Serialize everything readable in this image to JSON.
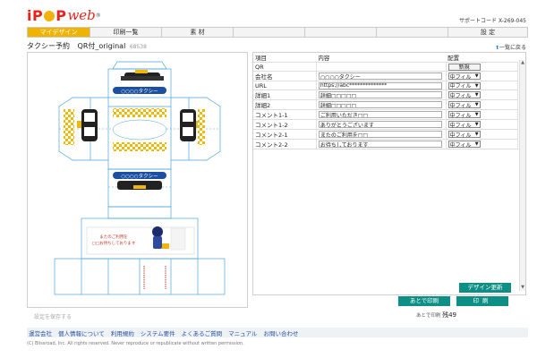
{
  "header": {
    "logo_text": "iP",
    "logo_tail": "P",
    "logo_web": "web",
    "logo_reg": "®",
    "support_code": "サポートコード X-269-045"
  },
  "nav": {
    "tabs": [
      "マイデザイン",
      "印刷一覧",
      "素 材",
      "",
      "",
      "",
      "設 定"
    ]
  },
  "page": {
    "title": "タクシー予約",
    "subtitle": "QR付_original",
    "design_number": "68538",
    "back_label": "一覧に戻る",
    "back_arrow": "⬆"
  },
  "table": {
    "headers": [
      "項目",
      "内容",
      "配置"
    ],
    "rows": [
      {
        "item": "QR",
        "content": "",
        "place": "",
        "new_label": "新規"
      },
      {
        "item": "会社名",
        "content": "○○○○タクシー",
        "place": "中フィル"
      },
      {
        "item": "URL",
        "content": "https://abc**************",
        "place": "中フィル"
      },
      {
        "item": "詳細1",
        "content": "詳細□□□□□",
        "place": "中フィル"
      },
      {
        "item": "詳細2",
        "content": "詳細□□□□□",
        "place": "中フィル"
      },
      {
        "item": "コメント1-1",
        "content": "ご利用いただき□□",
        "place": "中フィル"
      },
      {
        "item": "コメント1-2",
        "content": "ありがとうございます",
        "place": "中フィル"
      },
      {
        "item": "コメント2-1",
        "content": "またのご利用を□□",
        "place": "中フィル"
      },
      {
        "item": "コメント2-2",
        "content": "お待ちしております",
        "place": "中フィル"
      }
    ]
  },
  "actions": {
    "design_update": "デザイン更新",
    "print_later": "あとで印刷",
    "print": "印刷",
    "remain_label": "あとで印刷",
    "remain_count": "残49",
    "save_setting": "設定を保存する"
  },
  "preview": {
    "company_name_top": "○○○○タクシー",
    "company_name_bottom": "○○○○タクシー",
    "comment_line1": "またのご利用を",
    "comment_line2": "□□お待ちしております"
  },
  "footer": {
    "links": [
      "運営会社",
      "個人情報について",
      "利用規約",
      "システム要件",
      "よくあるご質問",
      "マニュアル",
      "お問い合わせ"
    ],
    "copyright": "(C) Blissroad, Inc. All rights reserved. Never reproduce or republicate without written permission."
  },
  "colors": {
    "brand_red": "#e8231d",
    "active_tab": "#f0b400",
    "action_button": "#0e8f85",
    "link_blue": "#2451a3"
  }
}
